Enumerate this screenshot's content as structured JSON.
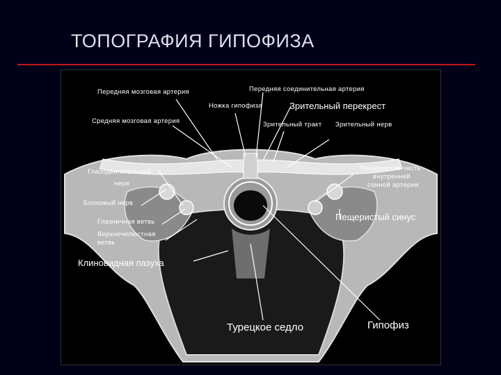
{
  "title": "ТОПОГРАФИЯ ГИПОФИЗА",
  "colors": {
    "background": "#000018",
    "title_rule": "#c01818",
    "title_text": "#dde0ee"
  },
  "labels": {
    "anterior_cerebral_artery": "Передняя мозговая артерия",
    "anterior_communicating_artery": "Передняя соединительная артерия",
    "pituitary_stalk": "Ножка гипофиза",
    "optic_chiasm": "Зрительный перекрест",
    "middle_cerebral_artery": "Средняя мозговая артерия",
    "optic_tract": "Зрительный тракт",
    "optic_nerve": "Зрительный нерв",
    "oculomotor_nerve_1": "Глазодвигательный",
    "oculomotor_nerve_2": "нерв",
    "ica_cavernous_1": "Пещеристая часть",
    "ica_cavernous_2": "внутренней",
    "ica_cavernous_3": "сонной артерии",
    "trochlear_nerve": "Блоковый нерв",
    "cavernous_sinus": "Пещеристый синус",
    "ophthalmic_branch": "Глазничная ветвь",
    "maxillary_branch_1": "Верхнечелюстная",
    "maxillary_branch_2": "ветвь",
    "sphenoid_sinus": "Клиновидная пазуха",
    "sella_turcica": "Турецкое седло",
    "pituitary": "Гипофиз"
  }
}
